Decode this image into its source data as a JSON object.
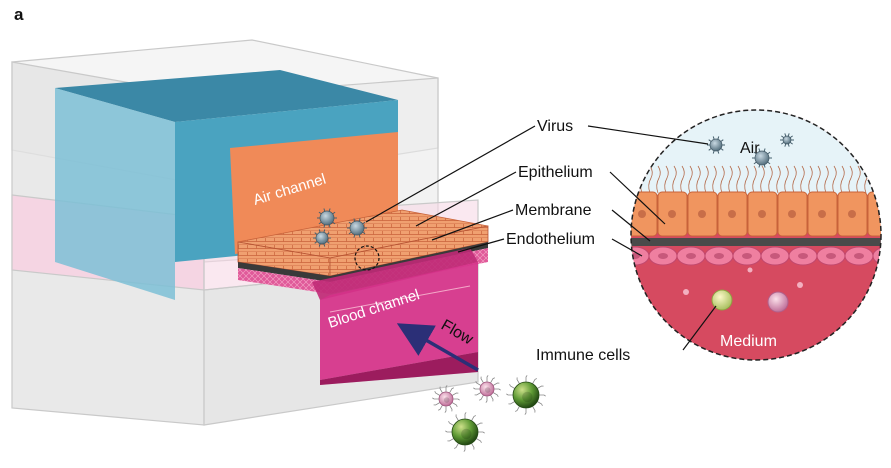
{
  "figure": {
    "panel_label": "a",
    "chip": {
      "air_channel_label": "Air channel",
      "blood_channel_label": "Blood channel",
      "flow_label": "Flow"
    },
    "callouts": {
      "virus": "Virus",
      "epithelium": "Epithelium",
      "membrane": "Membrane",
      "endothelium": "Endothelium",
      "immune_cells": "Immune cells"
    },
    "inset": {
      "air_label": "Air",
      "medium_label": "Medium"
    },
    "colors": {
      "air_channel": "#4aa3c0",
      "air_channel_top": "#3b88a6",
      "tissue": "#f08a58",
      "blood_channel": "#d5328a",
      "medium": "#d64a60",
      "flow_arrow": "#2b2f77",
      "immune_cell": "#4a8a2a",
      "virus": "#5f88a0"
    }
  }
}
